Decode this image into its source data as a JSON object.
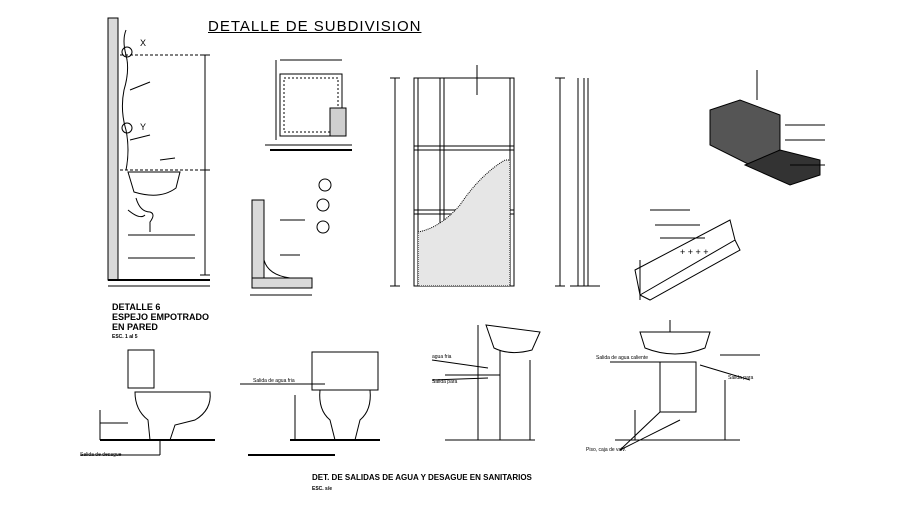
{
  "title": "DETALLE  DE SUBDIVISION",
  "detail6": {
    "line1": "DETALLE 6",
    "line2": "ESPEJO EMPOTRADO",
    "line3": "EN PARED",
    "scale": "ESC. 1 al 5"
  },
  "bottom": {
    "title": "DET. DE SALIDAS DE AGUA Y DESAGUE EN SANITARIOS",
    "scale": "ESC. s/e"
  },
  "labels": {
    "salida_desague": "Salida de desague",
    "salida_agua_fria_1": "Salida de agua fria",
    "agua_fria": "agua fria",
    "salida_para": "Salida para",
    "salida_agua_caliente": "Salida de agua caliente",
    "salida_para_2": "Salida para",
    "piso_caja": "Piso, caja de valv."
  }
}
